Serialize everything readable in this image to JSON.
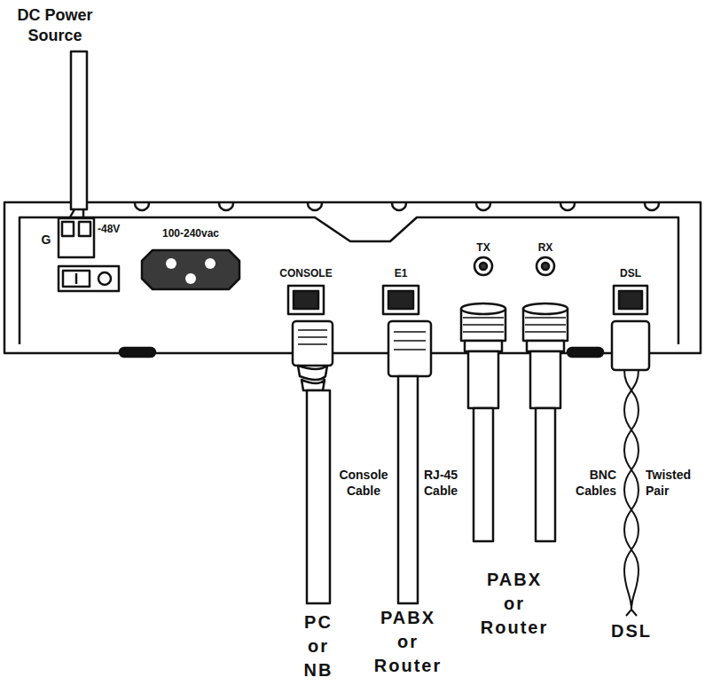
{
  "diagram": {
    "labels": [
      "DC Power Source",
      "G",
      "-48V",
      "100-240vac",
      "CONSOLE",
      "E1",
      "TX",
      "RX",
      "DSL",
      "Console Cable",
      "RJ-45 Cable",
      "BNC Cables",
      "Twisted Pair",
      "PC or NB",
      "PABX or Router",
      "PABX or Router",
      "DSL"
    ]
  }
}
